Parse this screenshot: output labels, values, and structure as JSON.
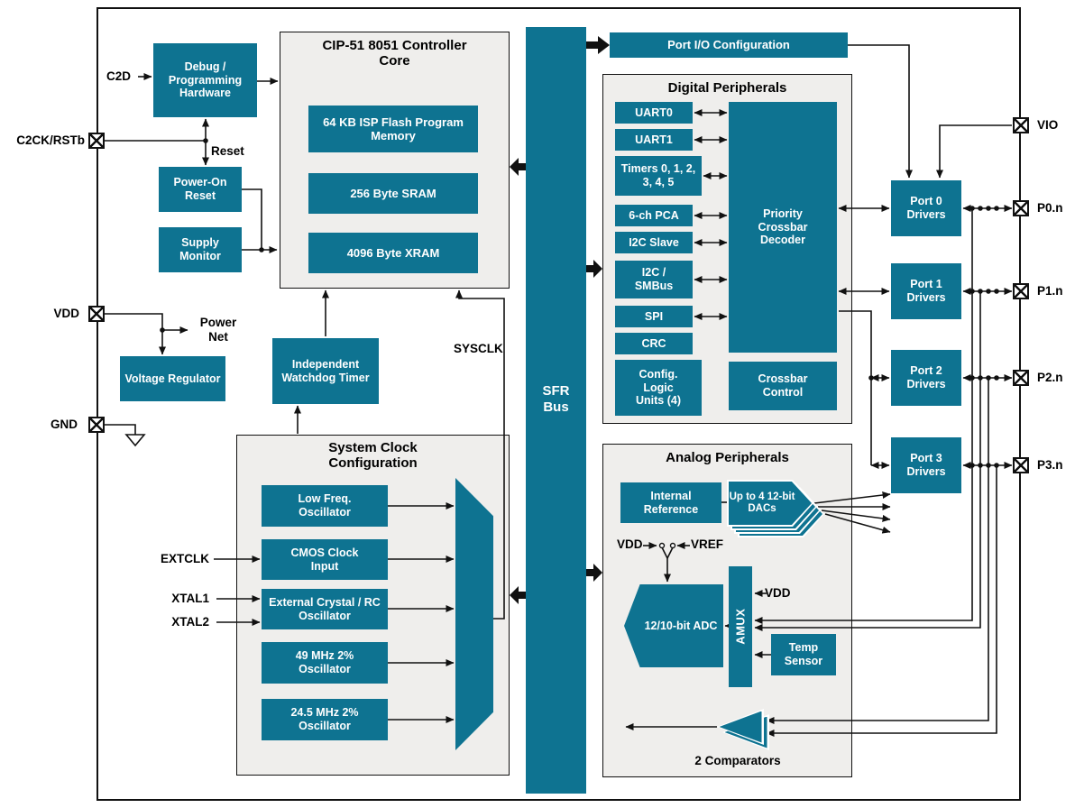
{
  "colors": {
    "teal": "#0e7391",
    "container": "#efeeec",
    "wire": "#111111",
    "background": "#ffffff"
  },
  "external_pins": {
    "left": {
      "c2d": "C2D",
      "c2ck_rstb": "C2CK/RSTb",
      "vdd": "VDD",
      "gnd": "GND",
      "extclk": "EXTCLK",
      "xtal1": "XTAL1",
      "xtal2": "XTAL2"
    },
    "right": {
      "vio": "VIO",
      "p0": "P0.n",
      "p1": "P1.n",
      "p2": "P2.n",
      "p3": "P3.n"
    }
  },
  "net_labels": {
    "reset": "Reset",
    "power_net": "Power Net",
    "sysclk": "SYSCLK",
    "vdd_switch": "VDD",
    "vref": "VREF",
    "vdd_amux": "VDD",
    "comparators_caption": "2 Comparators"
  },
  "blocks": {
    "debug": "Debug / Programming Hardware",
    "power_on_reset": "Power-On Reset",
    "supply_monitor": "Supply Monitor",
    "voltage_regulator": "Voltage Regulator",
    "watchdog": "Independent Watchdog Timer",
    "sfr_bus": "SFR Bus",
    "port_io_config": "Port I/O Configuration"
  },
  "cip51": {
    "title": "CIP-51 8051 Controller Core",
    "flash": "64 KB ISP Flash Program Memory",
    "sram": "256 Byte SRAM",
    "xram": "4096 Byte XRAM"
  },
  "clock": {
    "title": "System Clock Configuration",
    "items": [
      "Low Freq. Oscillator",
      "CMOS Clock Input",
      "External Crystal / RC Oscillator",
      "49 MHz 2% Oscillator",
      "24.5 MHz 2% Oscillator"
    ]
  },
  "digital": {
    "title": "Digital Peripherals",
    "items": [
      "UART0",
      "UART1",
      "Timers 0, 1, 2, 3, 4, 5",
      "6-ch PCA",
      "I2C Slave",
      "I2C / SMBus",
      "SPI",
      "CRC",
      "Config. Logic Units (4)"
    ],
    "decoder": "Priority Crossbar Decoder",
    "crossbar_control": "Crossbar Control"
  },
  "ports": {
    "p0": "Port 0 Drivers",
    "p1": "Port 1 Drivers",
    "p2": "Port 2 Drivers",
    "p3": "Port 3 Drivers"
  },
  "analog": {
    "title": "Analog Peripherals",
    "internal_reference": "Internal Reference",
    "dacs": "Up to 4 12-bit DACs",
    "adc": "12/10-bit ADC",
    "amux": "AMUX",
    "temp_sensor": "Temp Sensor"
  }
}
